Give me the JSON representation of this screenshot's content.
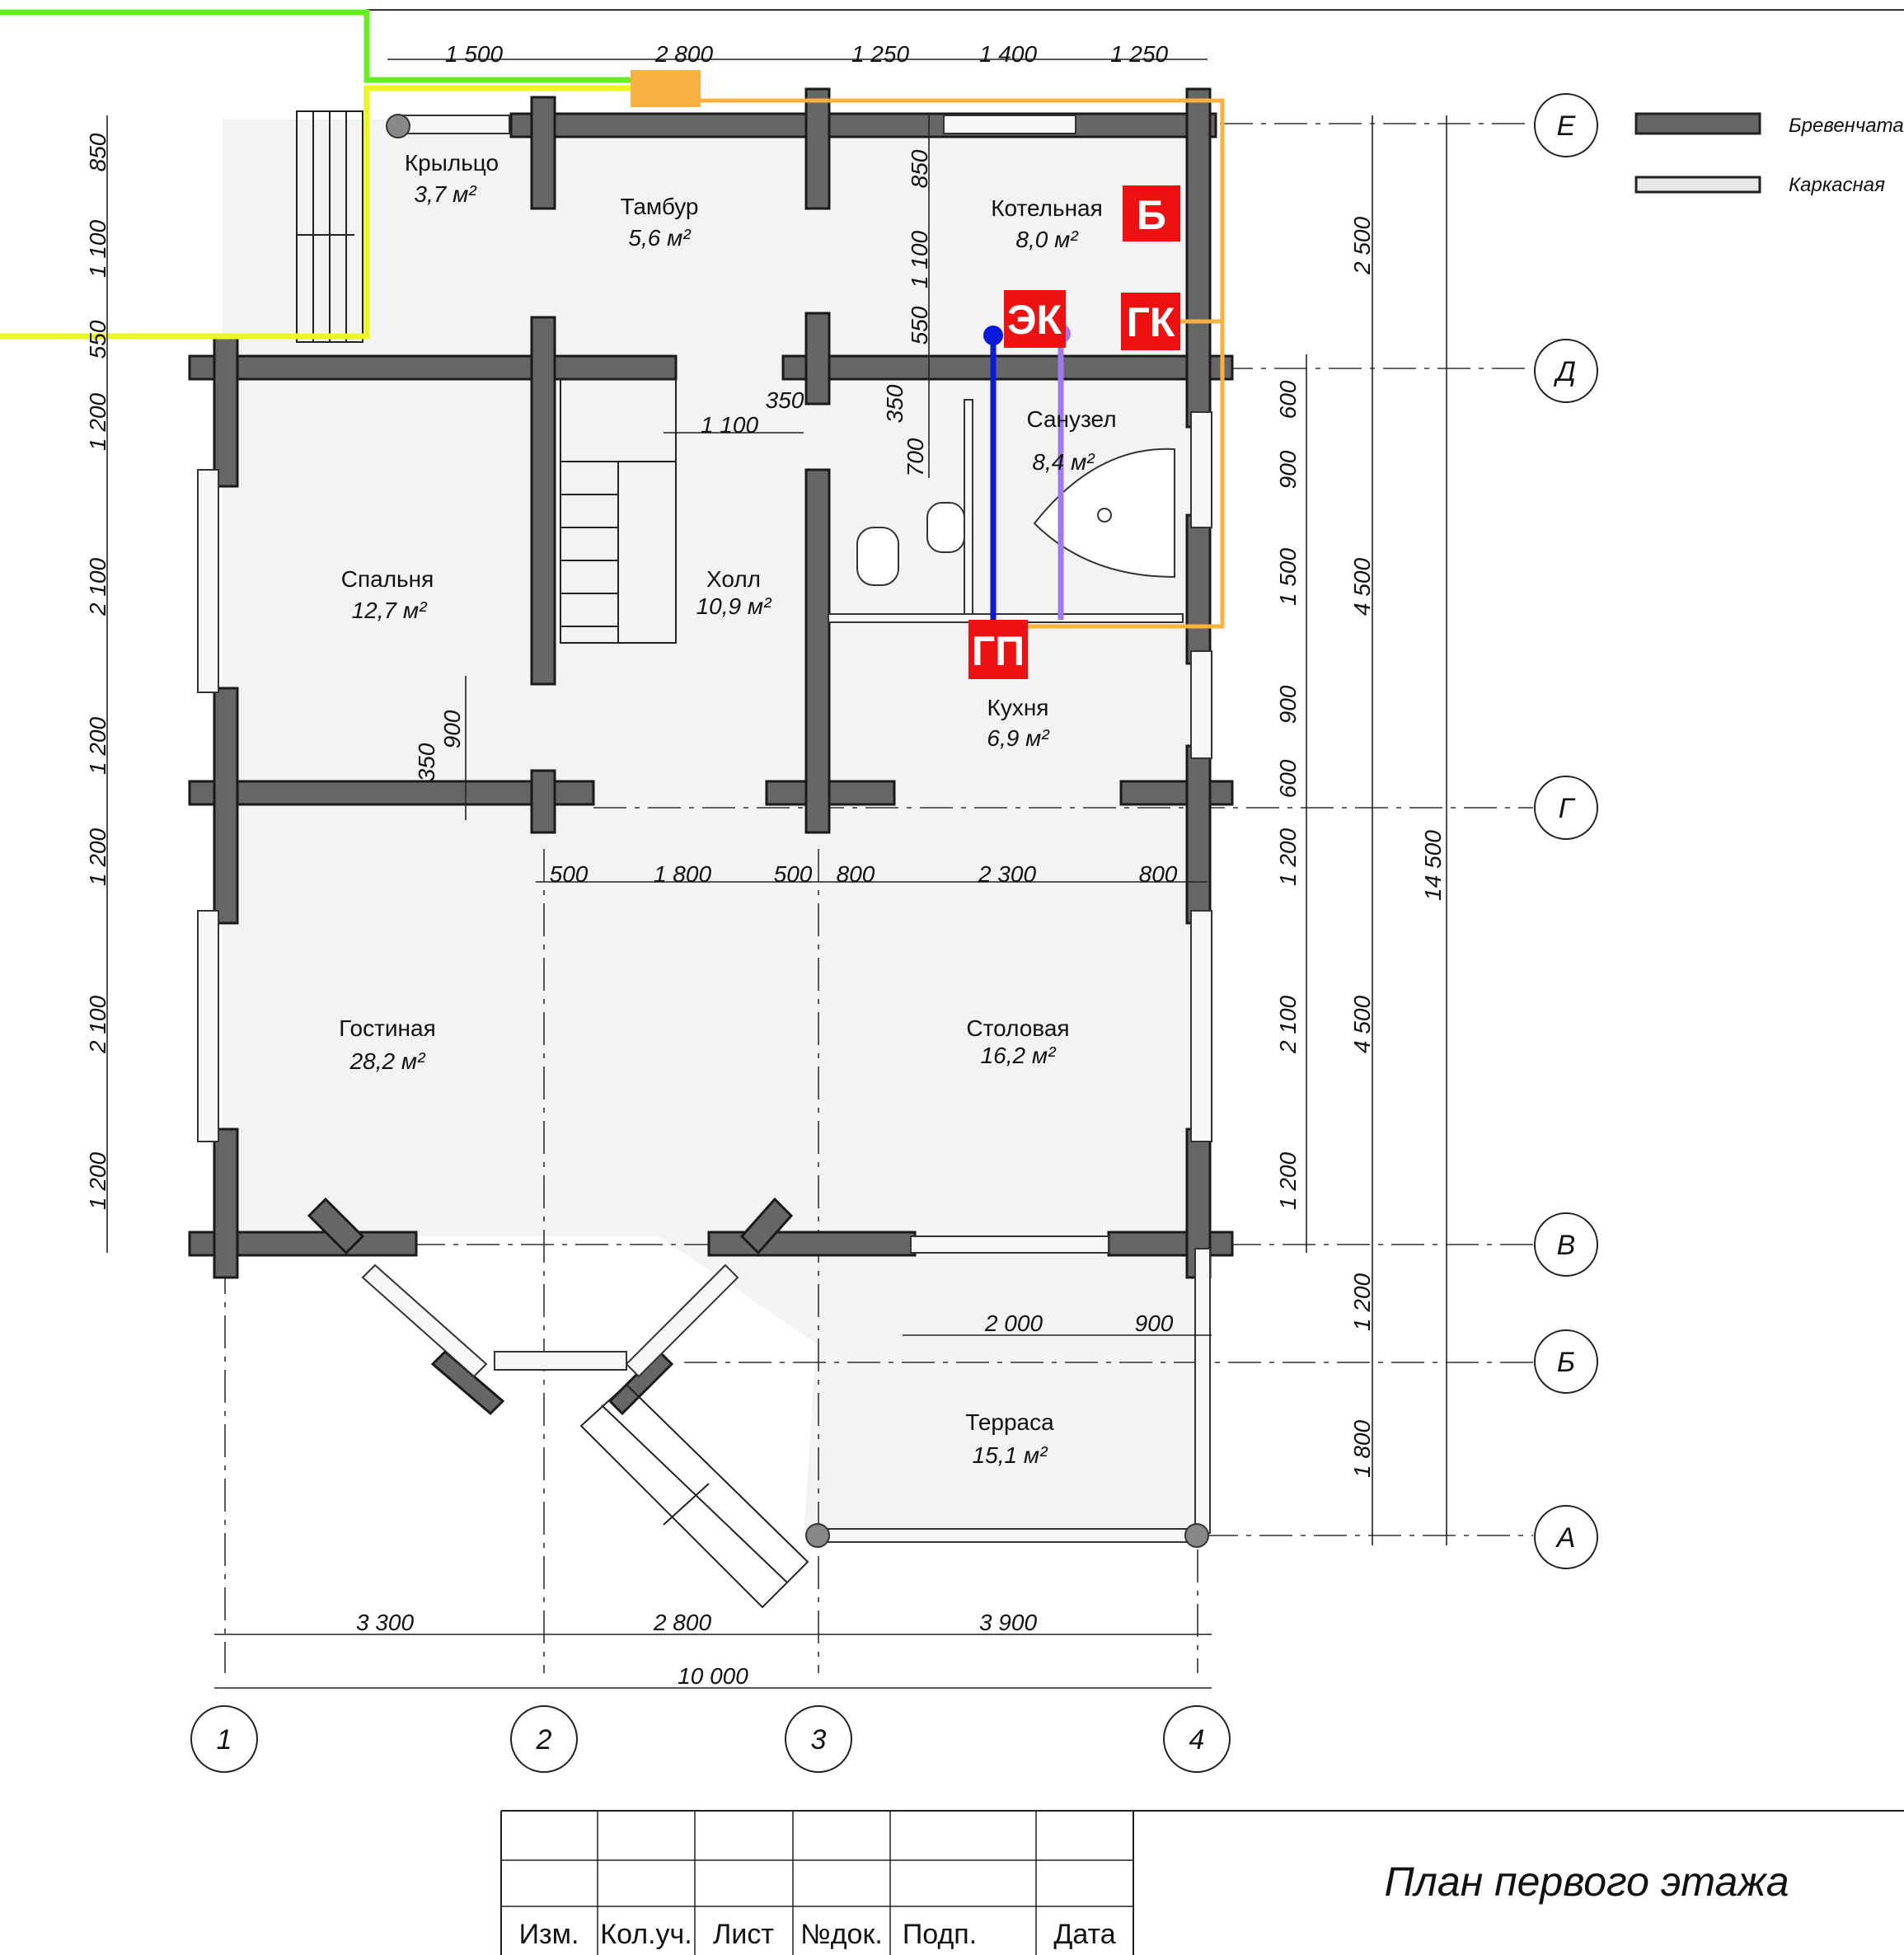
{
  "title": "План первого этажа",
  "legend": [
    {
      "label": "Бревенчатая",
      "style": "log"
    },
    {
      "label": "Каркасная",
      "style": "frame"
    }
  ],
  "rooms": [
    {
      "name": "Крыльцо",
      "area": "3,7 м²"
    },
    {
      "name": "Тамбур",
      "area": "5,6 м²"
    },
    {
      "name": "Котельная",
      "area": "8,0 м²"
    },
    {
      "name": "Санузел",
      "area": "8,4 м²"
    },
    {
      "name": "Спальня",
      "area": "12,7 м²"
    },
    {
      "name": "Холл",
      "area": "10,9 м²"
    },
    {
      "name": "Кухня",
      "area": "6,9 м²"
    },
    {
      "name": "Гостиная",
      "area": "28,2 м²"
    },
    {
      "name": "Столовая",
      "area": "16,2 м²"
    },
    {
      "name": "Терраса",
      "area": "15,1 м²"
    }
  ],
  "axes_letters": [
    "Е",
    "Д",
    "Г",
    "В",
    "Б",
    "А"
  ],
  "axes_numbers": [
    "1",
    "2",
    "3",
    "4"
  ],
  "tags": [
    "Б",
    "ЭК",
    "ГК",
    "ГП"
  ],
  "dims": {
    "top": [
      "1 500",
      "2 800",
      "1 250",
      "1 400",
      "1 250"
    ],
    "left": [
      "850",
      "1 100",
      "550",
      "1 200",
      "2 100",
      "1 200",
      "1 200",
      "2 100",
      "1 200"
    ],
    "inner_top": [
      "1 100",
      "350",
      "850",
      "1 100",
      "550",
      "350",
      "700"
    ],
    "inner_bed": [
      "350",
      "900"
    ],
    "mid": [
      "500",
      "1 800",
      "500",
      "800",
      "2 300",
      "800"
    ],
    "right1": [
      "600",
      "900",
      "1 500",
      "900",
      "600",
      "1 200",
      "2 100",
      "1 200"
    ],
    "right2": [
      "2 500",
      "4 500",
      "4 500",
      "1 200",
      "1 800"
    ],
    "right3": [
      "14 500"
    ],
    "terrace": [
      "2 000",
      "900"
    ],
    "bottom": [
      "3 300",
      "2 800",
      "3 900"
    ],
    "total": [
      "10 000"
    ]
  },
  "stamp": [
    "Изм.",
    "Кол.уч.",
    "Лист",
    "№док.",
    "Подп.",
    "Дата"
  ],
  "colors": {
    "wall": "#666666",
    "green": "#66ee22",
    "yellow": "#eef522",
    "orange": "#f8b040",
    "blue": "#0a1adc",
    "purple": "#a078f0",
    "tag": "#ee1111"
  }
}
